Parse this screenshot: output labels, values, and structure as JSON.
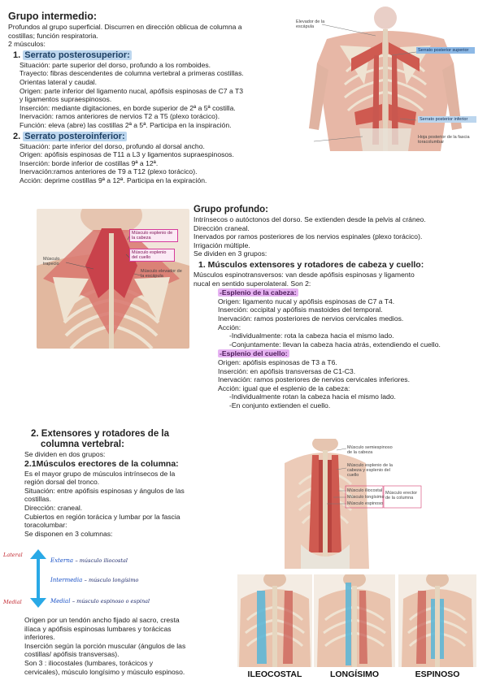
{
  "intermedio": {
    "title": "Grupo intermedio:",
    "intro": [
      "Profundos al grupo superficial. Discurren en dirección oblicua de columna a",
      "costillas; función respiratoria.",
      "2 músculos:"
    ],
    "serrato_sup": {
      "num": "1.",
      "name": "Serrato posterosuperior:",
      "lines": [
        "Situación: parte superior del dorso, profundo a los romboides.",
        "Trayecto: fibras descendentes de columna vertebral a primeras costillas.",
        "Orientas lateral y caudal.",
        "Origen: parte inferior del ligamento nucal, apófisis espinosas de C7 a T3",
        "y ligamentos supraespinosos.",
        "Inserción: mediante digitaciones, en borde superior de 2ª a 5ª costilla.",
        "Inervación: ramos anteriores de nervios T2 a T5 (plexo torácico).",
        "Función: eleva (abre) las costillas 2ª a 5ª. Participa en la inspiración."
      ]
    },
    "serrato_inf": {
      "num": "2.",
      "name": "Serrato posteroinferior:",
      "lines": [
        "Situación: parte inferior del dorso, profundo al dorsal ancho.",
        "Origen: apófisis espinosas de T11 a L3 y ligamentos supraespinosos.",
        "Inserción: borde inferior de costillas 9ª a 12ª.",
        "Inervación:ramos anteriores de T9 a T12 (plexo torácico).",
        "Acción: deprime costillas 9ª a 12ª. Participa en la expiración."
      ]
    }
  },
  "fig1": {
    "label_levator": "Elevador de la escápula",
    "label_sup": "Serrato posterior superior",
    "label_inf": "Serrato posterior inferior",
    "label_fascia": "Hoja posterior de la fascia toracolumbar"
  },
  "fig2": {
    "label_capitis": "Músculo esplenio de la cabeza",
    "label_cervicis": "Músculo esplenio del cuello",
    "label_trapecio": "Músculo trapecio",
    "label_levator": "Músculo elevador de la escápula"
  },
  "profundo": {
    "title": "Grupo profundo:",
    "intro": [
      "Intrínsecos o autóctonos del dorso. Se extienden desde la pelvis al cráneo.",
      "Dirección craneal.",
      "Inervados por ramos posteriores de los nervios espinales (plexo torácico).",
      "Irrigación múltiple.",
      "Se dividen en 3 grupos:"
    ],
    "g1_title": "1. Músculos extensores y rotadores de cabeza y cuello:",
    "g1_intro": [
      "Músculos espinotransversos: van desde apófisis espinosas y ligamento",
      "nucal en sentido superolateral. Son 2:"
    ],
    "esp_cabeza": {
      "name": "-Esplenio de la cabeza:",
      "lines": [
        "Origen: ligamento nucal y apófisis espinosas de C7 a T4.",
        "Inserción: occipital y apófisis mastoides del temporal.",
        "Inervación: ramos posteriores de nervios cervicales medios.",
        "Acción:"
      ],
      "actions": [
        "-Individualmente: rota la cabeza hacia el mismo lado.",
        "-Conjuntamente: llevan la cabeza hacia atrás, extendiendo el cuello."
      ]
    },
    "esp_cuello": {
      "name": "-Esplenio del cuello:",
      "lines": [
        "Origen: apófisis espinosas de T3 a T6.",
        "Inserción: en apófisis transversas de C1-C3.",
        "Inervación: ramos posteriores de nervios cervicales inferiores.",
        "Acción: igual que el esplenio de la cabeza:"
      ],
      "actions": [
        "-Individualmente rotan la cabeza hacia el mismo lado.",
        "-En conjunto extienden el cuello."
      ]
    }
  },
  "fig3": {
    "l1": "Músculo semiespinoso de la cabeza",
    "l2": "Músculo esplenio de la cabeza y esplenio del cuello",
    "l3": "Músculo iliocostal",
    "l4": "Músculo longísimo",
    "l5": "Músculo espinoso",
    "bracket": "Músculo erector de la columna"
  },
  "extensores": {
    "title_a": "2. Extensores y rotadores de la",
    "title_b": "columna vertebral:",
    "l1": "Se dividen en dos grupos:",
    "sub": "2.1Músculos erectores de la columna:",
    "lines": [
      "Es el mayor grupo de músculos intrínsecos de la",
      "región dorsal del tronco.",
      "Situación: entre apófisis espinosas y ángulos de las",
      "costillas.",
      "Dirección: craneal.",
      "Cubiertos en región torácica y lumbar por la fascia",
      "toracolumbar:",
      "Se disponen en 3 columnas:"
    ],
    "hand": {
      "lateral": "Lateral",
      "medial": "Medial",
      "externa": "Externa",
      "externa_m": "– músculo iliocostal",
      "intermedia": "Intermedia",
      "intermedia_m": "– músculo longísimo",
      "medial_col": "Medial",
      "medial_m": "– músculo espinoso o espinal"
    },
    "after": [
      "Origen por un tendón ancho fijado al sacro, cresta",
      "ilíaca y apófisis espinosas lumbares y torácicas",
      "inferiores.",
      "Inserción según la porción muscular (ángulos de las",
      "costillas/ apófisis transversas).",
      "Son 3 : iliocostales (lumbares, torácicos y",
      "cervicales), músculo longísimo y músculo espinoso."
    ]
  },
  "captions": {
    "c1": "ILEOCOSTAL",
    "c2": "LONGÍSIMO",
    "c3": "ESPINOSO"
  },
  "colors": {
    "blue_highlight": "#bcd6ee",
    "purple_highlight": "#e6b3f2",
    "muscle": "#d0564f",
    "arrow": "#29a9e6"
  }
}
